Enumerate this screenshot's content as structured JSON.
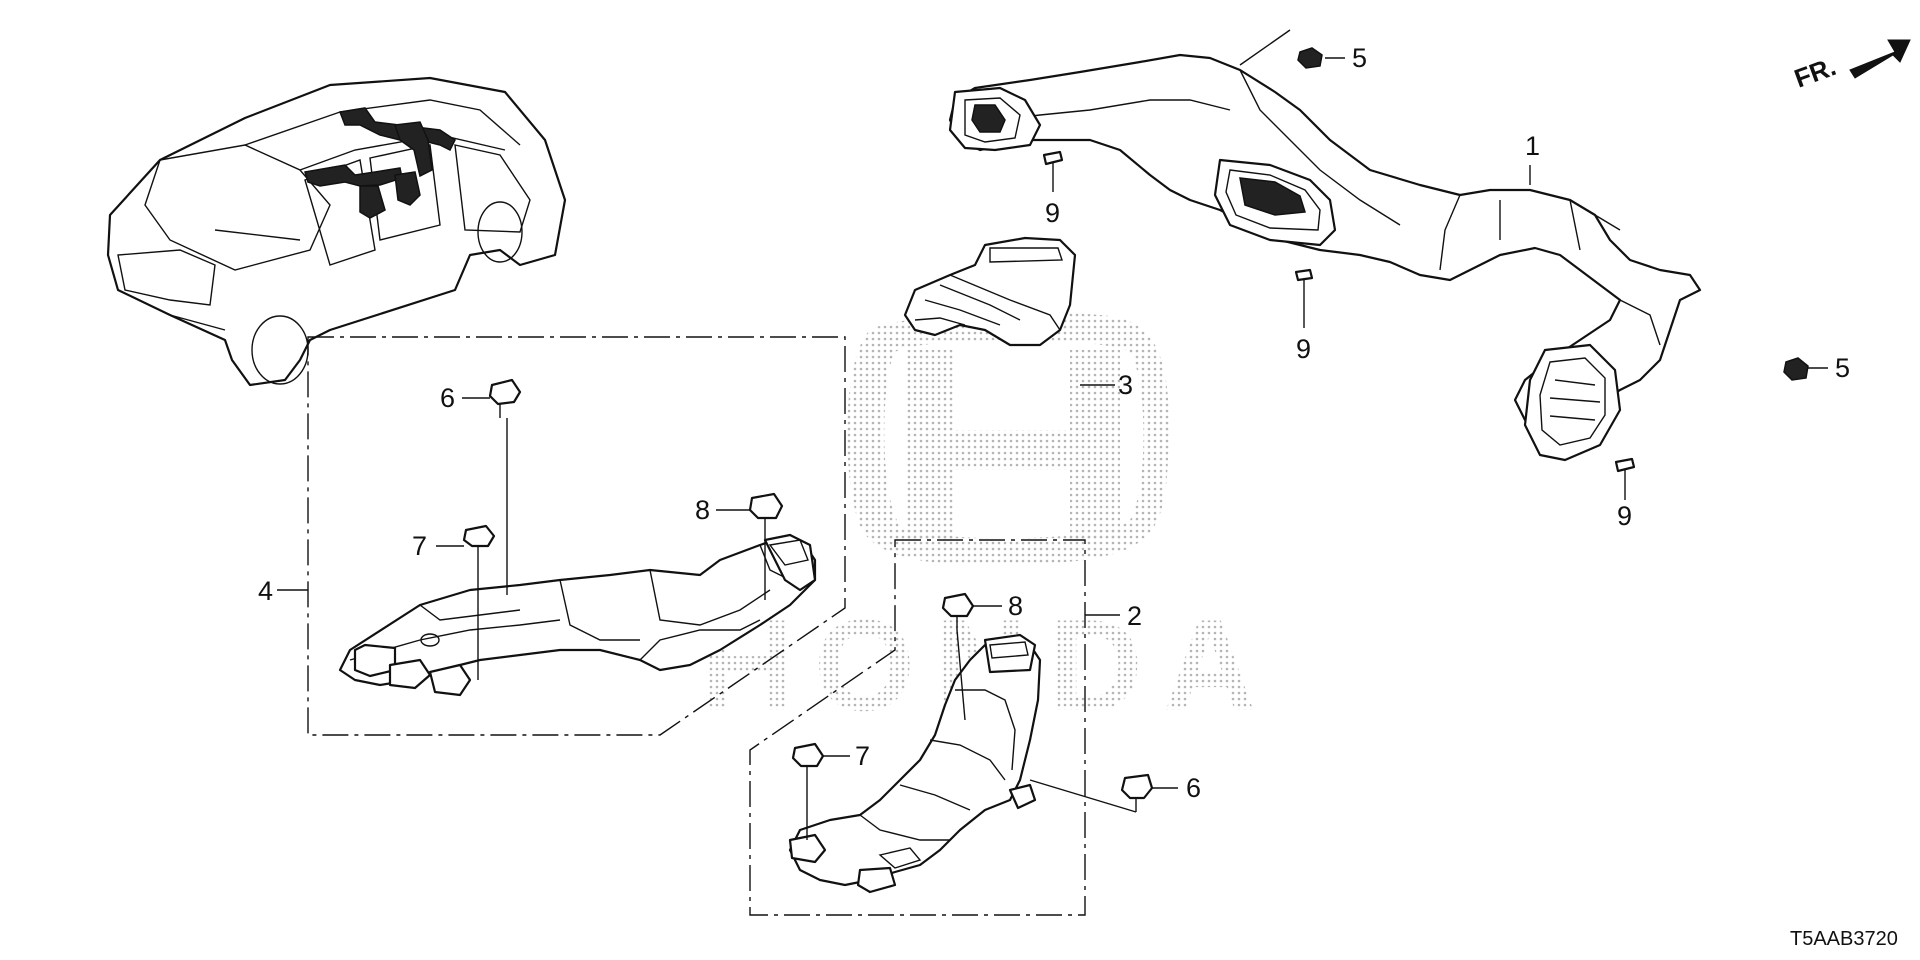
{
  "diagram": {
    "callouts": {
      "c1": "1",
      "c2": "2",
      "c3": "3",
      "c4": "4",
      "c5a": "5",
      "c5b": "5",
      "c6a": "6",
      "c6b": "6",
      "c7a": "7",
      "c7b": "7",
      "c8a": "8",
      "c8b": "8",
      "c9a": "9",
      "c9b": "9",
      "c9c": "9"
    },
    "front_label": "FR.",
    "diagram_code": "T5AAB3720",
    "watermark": "HONDA"
  },
  "colors": {
    "line": "#111111",
    "background": "#ffffff",
    "watermark_dots": "#bbbbbb"
  },
  "icons": [
    "car-locator-icon",
    "front-arrow-icon",
    "clip-icon",
    "screw-icon",
    "honda-logo-watermark"
  ]
}
